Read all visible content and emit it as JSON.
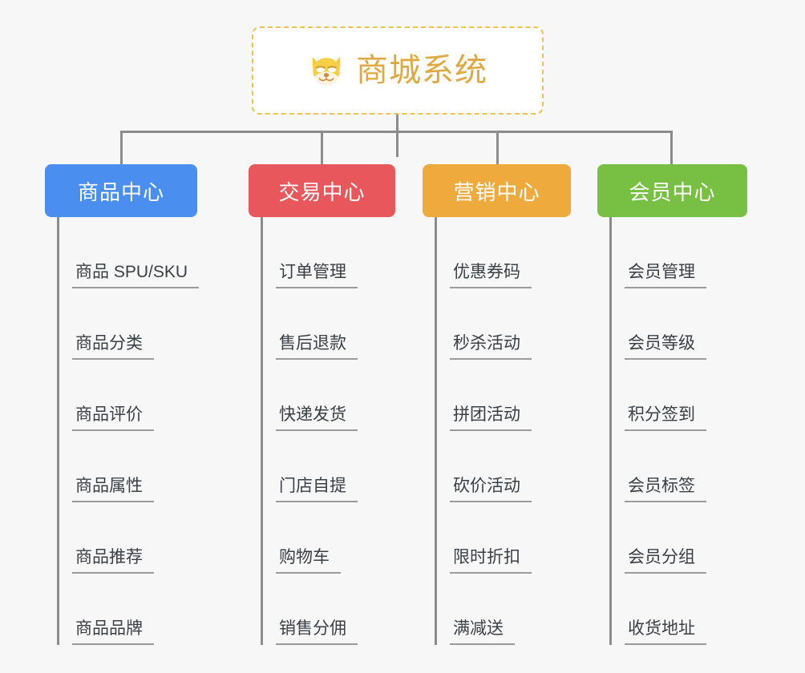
{
  "page": {
    "background_color": "#f7f7f7",
    "connector_color": "#8c8c8c"
  },
  "root": {
    "title": "商城系统",
    "icon": "shiba-dog-face-icon",
    "border_color": "#f0c14b",
    "text_color": "#e0a93f",
    "background_color": "#ffffff"
  },
  "columns": [
    {
      "id": "product-center",
      "label": "商品中心",
      "color": "#4a8ef0",
      "items": [
        {
          "label": "商品 SPU/SKU"
        },
        {
          "label": "商品分类"
        },
        {
          "label": "商品评价"
        },
        {
          "label": "商品属性"
        },
        {
          "label": "商品推荐"
        },
        {
          "label": "商品品牌"
        }
      ]
    },
    {
      "id": "trade-center",
      "label": "交易中心",
      "color": "#e8575b",
      "items": [
        {
          "label": "订单管理"
        },
        {
          "label": "售后退款"
        },
        {
          "label": "快递发货"
        },
        {
          "label": "门店自提"
        },
        {
          "label": "购物车"
        },
        {
          "label": "销售分佣"
        }
      ]
    },
    {
      "id": "marketing-center",
      "label": "营销中心",
      "color": "#eeaa3c",
      "items": [
        {
          "label": "优惠券码"
        },
        {
          "label": "秒杀活动"
        },
        {
          "label": "拼团活动"
        },
        {
          "label": "砍价活动"
        },
        {
          "label": "限时折扣"
        },
        {
          "label": "满减送"
        }
      ]
    },
    {
      "id": "member-center",
      "label": "会员中心",
      "color": "#77c043",
      "items": [
        {
          "label": "会员管理"
        },
        {
          "label": "会员等级"
        },
        {
          "label": "积分签到"
        },
        {
          "label": "会员标签"
        },
        {
          "label": "会员分组"
        },
        {
          "label": "收货地址"
        }
      ]
    }
  ]
}
